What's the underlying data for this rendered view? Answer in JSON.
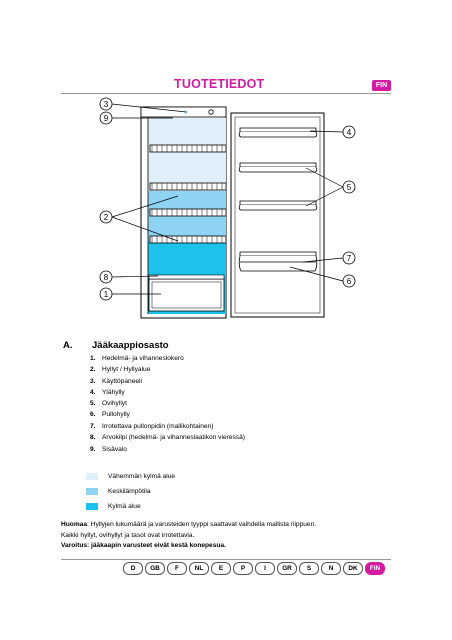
{
  "header": {
    "title": "TUOTETIEDOT",
    "lang_badge": "FIN"
  },
  "diagram": {
    "callouts": {
      "c3": "3",
      "c9": "9",
      "c4": "4",
      "c5": "5",
      "c2": "2",
      "c7": "7",
      "c8": "8",
      "c6": "6",
      "c1": "1"
    },
    "colors": {
      "least_cold": "#dff0fb",
      "medium": "#8fd3f2",
      "coldest": "#1dc2ec"
    }
  },
  "section": {
    "letter": "A.",
    "title": "Jääkaappiosasto",
    "items": [
      {
        "num": "1.",
        "text": "Hedelmä- ja vihanneslokero"
      },
      {
        "num": "2.",
        "text": "Hyllyt / Hyllyalue"
      },
      {
        "num": "3.",
        "text": "Käyttöpaneeli"
      },
      {
        "num": "4.",
        "text": "Ylähylly"
      },
      {
        "num": "5.",
        "text": "Ovihyllyt"
      },
      {
        "num": "6.",
        "text": "Pullohylly"
      },
      {
        "num": "7.",
        "text": "Irrotettava pullonpidin (mallikohtainen)"
      },
      {
        "num": "8.",
        "text": "Arvokilpi (hedelmä- ja vihanneslaatikon vieressä)"
      },
      {
        "num": "9.",
        "text": "Sisävalo"
      }
    ]
  },
  "legend": [
    {
      "label": "Vähemmän kylmä alue",
      "color": "#dff0fb"
    },
    {
      "label": "Keskilämpötila",
      "color": "#8fd3f2"
    },
    {
      "label": "Kylmä alue",
      "color": "#1dc2ec"
    }
  ],
  "notes": {
    "line1_bold": "Huomaa",
    "line1_rest": ": Hyllyjen lukumäärä ja varusteiden tyyppi saattavat  vaihdella mallista riippuen.",
    "line2": "Kaikki hyllyt, ovihyllyt ja tasot ovat irrotettavia.",
    "line3": "Varoitus: jääkaapin varusteet eivät kestä konepesua."
  },
  "footer": {
    "languages": [
      {
        "code": "D"
      },
      {
        "code": "GB"
      },
      {
        "code": "F"
      },
      {
        "code": "NL"
      },
      {
        "code": "E"
      },
      {
        "code": "P"
      },
      {
        "code": "I"
      },
      {
        "code": "GR"
      },
      {
        "code": "S"
      },
      {
        "code": "N"
      },
      {
        "code": "DK"
      },
      {
        "code": "FIN",
        "active": true
      }
    ]
  }
}
